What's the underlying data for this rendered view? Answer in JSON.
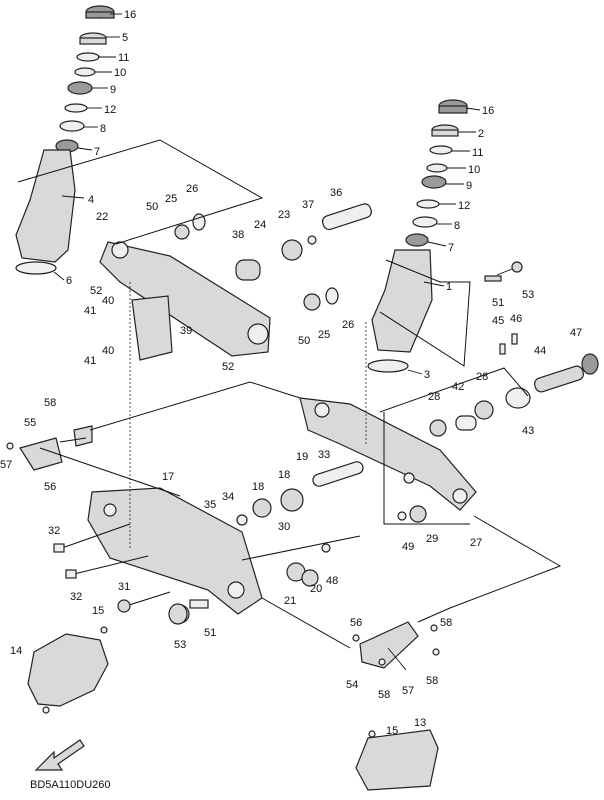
{
  "diagram": {
    "code": "BD5A110DU260",
    "callouts": [
      {
        "label": "16"
      },
      {
        "label": "5"
      },
      {
        "label": "11"
      },
      {
        "label": "10"
      },
      {
        "label": "9"
      },
      {
        "label": "12"
      },
      {
        "label": "8"
      },
      {
        "label": "7"
      },
      {
        "label": "4"
      },
      {
        "label": "6"
      },
      {
        "label": "16"
      },
      {
        "label": "2"
      },
      {
        "label": "11"
      },
      {
        "label": "10"
      },
      {
        "label": "9"
      },
      {
        "label": "12"
      },
      {
        "label": "8"
      },
      {
        "label": "7"
      },
      {
        "label": "1"
      },
      {
        "label": "3"
      },
      {
        "label": "22"
      },
      {
        "label": "50"
      },
      {
        "label": "25"
      },
      {
        "label": "26"
      },
      {
        "label": "36"
      },
      {
        "label": "37"
      },
      {
        "label": "23"
      },
      {
        "label": "24"
      },
      {
        "label": "38"
      },
      {
        "label": "52"
      },
      {
        "label": "40"
      },
      {
        "label": "41"
      },
      {
        "label": "39"
      },
      {
        "label": "40"
      },
      {
        "label": "41"
      },
      {
        "label": "52"
      },
      {
        "label": "50"
      },
      {
        "label": "25"
      },
      {
        "label": "26"
      },
      {
        "label": "51"
      },
      {
        "label": "53"
      },
      {
        "label": "45"
      },
      {
        "label": "46"
      },
      {
        "label": "47"
      },
      {
        "label": "44"
      },
      {
        "label": "43"
      },
      {
        "label": "42"
      },
      {
        "label": "28"
      },
      {
        "label": "28"
      },
      {
        "label": "58"
      },
      {
        "label": "55"
      },
      {
        "label": "57"
      },
      {
        "label": "56"
      },
      {
        "label": "17"
      },
      {
        "label": "19"
      },
      {
        "label": "33"
      },
      {
        "label": "18"
      },
      {
        "label": "34"
      },
      {
        "label": "35"
      },
      {
        "label": "18"
      },
      {
        "label": "30"
      },
      {
        "label": "32"
      },
      {
        "label": "32"
      },
      {
        "label": "31"
      },
      {
        "label": "15"
      },
      {
        "label": "53"
      },
      {
        "label": "51"
      },
      {
        "label": "21"
      },
      {
        "label": "20"
      },
      {
        "label": "48"
      },
      {
        "label": "49"
      },
      {
        "label": "29"
      },
      {
        "label": "27"
      },
      {
        "label": "14"
      },
      {
        "label": "56"
      },
      {
        "label": "58"
      },
      {
        "label": "54"
      },
      {
        "label": "58"
      },
      {
        "label": "57"
      },
      {
        "label": "58"
      },
      {
        "label": "15"
      },
      {
        "label": "13"
      }
    ]
  }
}
